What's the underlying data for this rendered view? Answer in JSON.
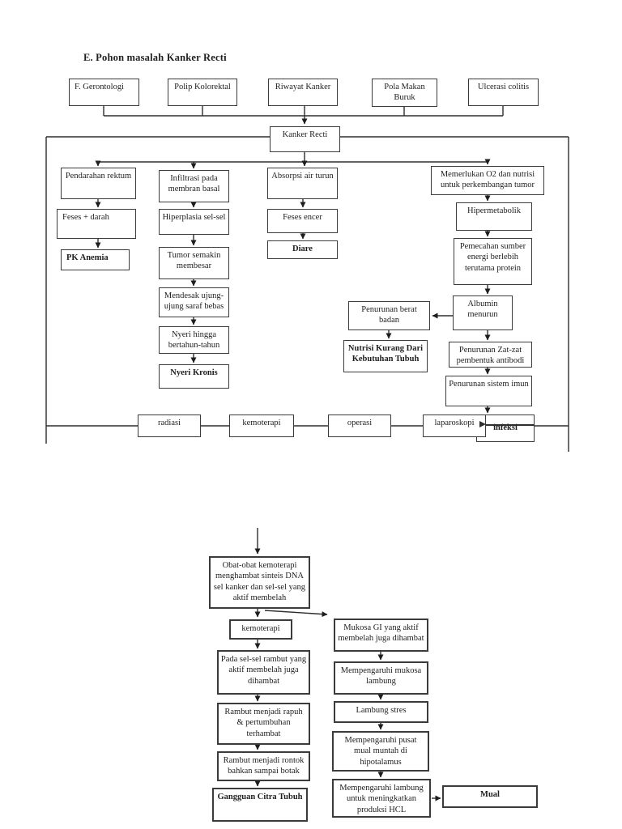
{
  "title": "E. Pohon masalah Kanker Recti",
  "colors": {
    "ink": "#1e1e1e",
    "paper": "#ffffff"
  },
  "tree1": {
    "causes": [
      "F. Gerontologi",
      "Polip Kolorektal",
      "Riwayat Kanker",
      "Pola Makan Buruk",
      "Ulcerasi colitis"
    ],
    "root": "Kanker Recti",
    "bleeding": [
      "Pendarahan rektum",
      "Feses + darah",
      "PK Anemia"
    ],
    "infiltration": [
      "Infiltrasi pada membran basal",
      "Hiperplasia sel-sel",
      "Tumor semakin membesar",
      "Mendesak ujung-ujung saraf bebas",
      "Nyeri hingga bertahun-tahun",
      "Nyeri Kronis"
    ],
    "absorption": [
      "Absorpsi air turun",
      "Feses encer",
      "Diare"
    ],
    "metabolic": [
      "Memerlukan O2 dan nutrisi untuk perkembangan tumor",
      "Hipermetabolik",
      "Pemecahan sumber energi berlebih terutama protein",
      "Albumin menurun",
      "Penurunan Zat-zat pembentuk antibodi",
      "Penurunan sistem imun",
      "infeksi"
    ],
    "weight": [
      "Penurunan berat badan",
      "Nutrisi Kurang Dari Kebutuhan Tubuh"
    ],
    "treatments": [
      "radiasi",
      "kemoterapi",
      "operasi",
      "laparoskopi"
    ]
  },
  "tree2": {
    "start": "Obat-obat kemoterapi menghambat sinteis DNA sel kanker dan sel-sel yang aktif membelah",
    "hair": [
      "kemoterapi",
      "Pada sel-sel rambut yang aktif membelah juga dihambat",
      "Rambut menjadi rapuh & pertumbuhan terhambat",
      "Rambut menjadi rontok bahkan sampai botak",
      "Gangguan Citra Tubuh"
    ],
    "gi": [
      "Mukosa GI yang aktif membelah juga dihambat",
      "Mempengaruhi mukosa lambung",
      "Lambung stres",
      "Mempengaruhi pusat mual muntah di hipotalamus",
      "Mempengaruhi lambung untuk meningkatkan produksi HCL"
    ],
    "outcome": "Mual"
  }
}
